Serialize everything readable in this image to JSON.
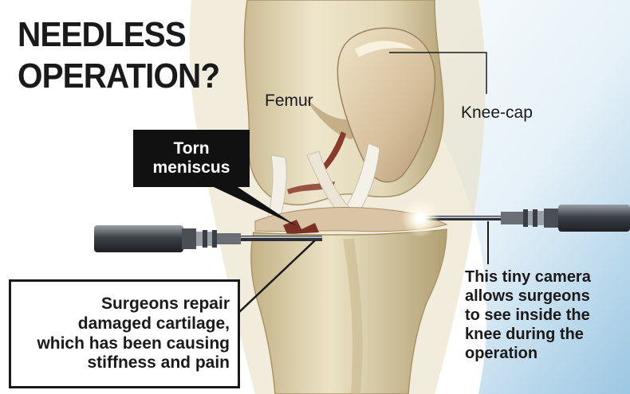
{
  "title": {
    "line1": "NEEDLESS",
    "line2": "OPERATION?"
  },
  "labels": {
    "femur": "Femur",
    "kneecap": "Knee-cap",
    "torn_meniscus": [
      "Torn",
      "meniscus"
    ],
    "repair_callout": [
      "Surgeons repair",
      "damaged cartilage,",
      "which has been causing",
      "stiffness and pain"
    ],
    "camera_callout": [
      "This tiny camera",
      "allows surgeons",
      "to see inside the",
      "knee during the",
      "operation"
    ]
  },
  "colors": {
    "background_sky": "#a9cfe8",
    "bone": "#e9dfc2",
    "bone_shadow": "#c9b98f",
    "kneecap": "#d9c6a4",
    "ligament": "#f2efe6",
    "cartilage_damage": "#8a3a2a",
    "instrument": "#3a3d44",
    "text": "#1a1a1a"
  }
}
